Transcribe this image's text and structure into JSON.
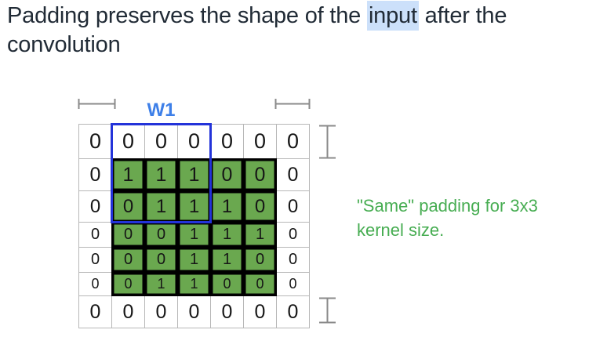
{
  "title": {
    "prefix": "Padding preserves the shape of the ",
    "highlight": "input",
    "suffix": " after the\nconvolution"
  },
  "kernel": {
    "label": "W1",
    "rows": 3,
    "cols": 3,
    "row_start": 0,
    "col_start": 1
  },
  "grid": {
    "rows": 7,
    "cols": 7,
    "padding_value": "0",
    "cell_values": [
      [
        "0",
        "0",
        "0",
        "0",
        "0",
        "0",
        "0"
      ],
      [
        "0",
        "1",
        "1",
        "1",
        "0",
        "0",
        "0"
      ],
      [
        "0",
        "0",
        "1",
        "1",
        "1",
        "0",
        "0"
      ],
      [
        "0",
        "0",
        "0",
        "1",
        "1",
        "1",
        "0"
      ],
      [
        "0",
        "0",
        "0",
        "1",
        "1",
        "0",
        "0"
      ],
      [
        "0",
        "0",
        "1",
        "1",
        "0",
        "0",
        "0"
      ],
      [
        "0",
        "0",
        "0",
        "0",
        "0",
        "0",
        "0"
      ]
    ],
    "input_region": {
      "row_start": 1,
      "row_end": 5,
      "col_start": 1,
      "col_end": 5
    }
  },
  "caption": {
    "text": "\"Same\" padding for 3x3 kernel size."
  },
  "colors": {
    "title_color": "#212b36",
    "highlight_bg": "#cce0fa",
    "accent_blue": "#3d7fe8",
    "kernel_box_blue": "#2333d9",
    "cell_green": "#6aa84f",
    "caption_green": "#47ad52"
  },
  "icons": {
    "width_marker": "h-bracket",
    "height_marker": "v-bracket"
  }
}
